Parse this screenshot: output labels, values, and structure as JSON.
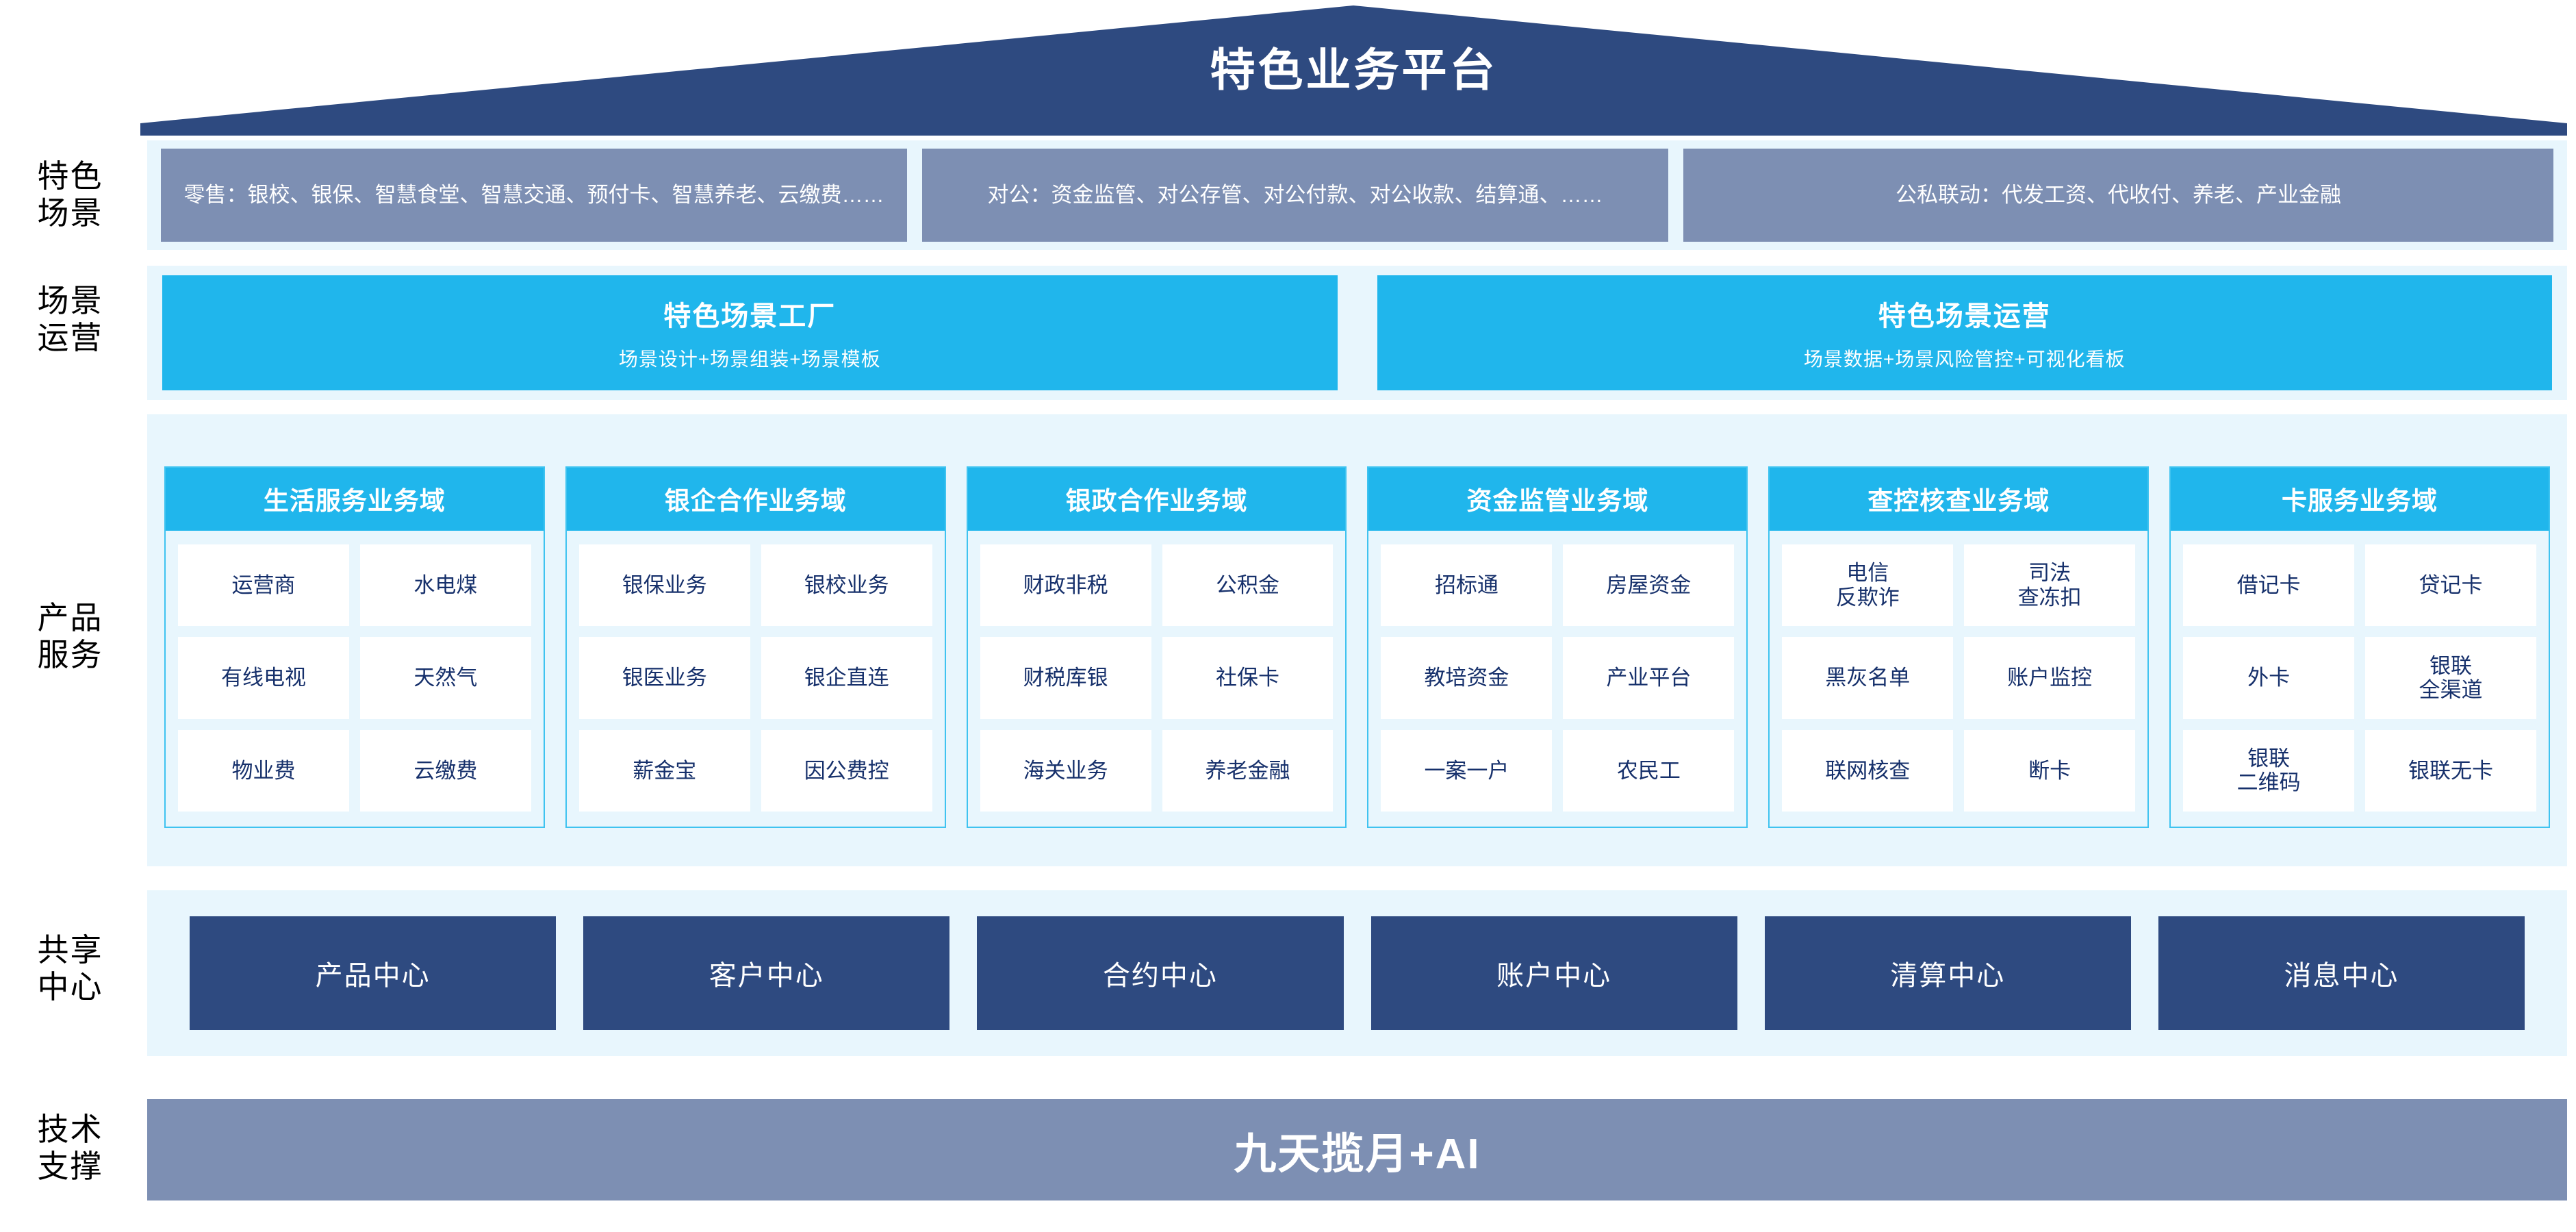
{
  "header": {
    "title": "特色业务平台"
  },
  "row_labels": {
    "scene": "特色\n场景",
    "operations": "场景\n运营",
    "products": "产品\n服务",
    "centers": "共享\n中心",
    "tech": "技术\n支撑"
  },
  "scene_row": {
    "retail": "零售：银校、银保、智慧食堂、智慧交通、预付卡、智慧养老、云缴费……",
    "corporate": "对公：资金监管、对公存管、对公付款、对公收款、结算通、……",
    "linkage": "公私联动：代发工资、代收付、养老、产业金融"
  },
  "operations_row": {
    "factory": {
      "title": "特色场景工厂",
      "subtitle": "场景设计+场景组装+场景模板"
    },
    "operation": {
      "title": "特色场景运营",
      "subtitle": "场景数据+场景风险管控+可视化看板"
    }
  },
  "product_domains": [
    {
      "title": "生活服务业务域",
      "items": [
        "运营商",
        "水电煤",
        "有线电视",
        "天然气",
        "物业费",
        "云缴费"
      ]
    },
    {
      "title": "银企合作业务域",
      "items": [
        "银保业务",
        "银校业务",
        "银医业务",
        "银企直连",
        "薪金宝",
        "因公费控"
      ]
    },
    {
      "title": "银政合作业务域",
      "items": [
        "财政非税",
        "公积金",
        "财税库银",
        "社保卡",
        "海关业务",
        "养老金融"
      ]
    },
    {
      "title": "资金监管业务域",
      "items": [
        "招标通",
        "房屋资金",
        "教培资金",
        "产业平台",
        "一案一户",
        "农民工"
      ]
    },
    {
      "title": "查控核查业务域",
      "items": [
        "电信\n反欺诈",
        "司法\n查冻扣",
        "黑灰名单",
        "账户监控",
        "联网核查",
        "断卡"
      ]
    },
    {
      "title": "卡服务业务域",
      "items": [
        "借记卡",
        "贷记卡",
        "外卡",
        "银联\n全渠道",
        "银联\n二维码",
        "银联无卡"
      ]
    }
  ],
  "shared_centers": [
    "产品中心",
    "客户中心",
    "合约中心",
    "账户中心",
    "清算中心",
    "消息中心"
  ],
  "tech_support": {
    "label": "九天揽月+AI"
  },
  "colors": {
    "roof_navy": "#2e4a80",
    "band_pale": "#e8f6fd",
    "scene_slate": "#7d8fb3",
    "cyan": "#20b6ec",
    "cyan_border": "#3fc3f0",
    "chip_text": "#16306b",
    "center_navy": "#2e4a80",
    "tech_slate": "#7d8fb3"
  }
}
